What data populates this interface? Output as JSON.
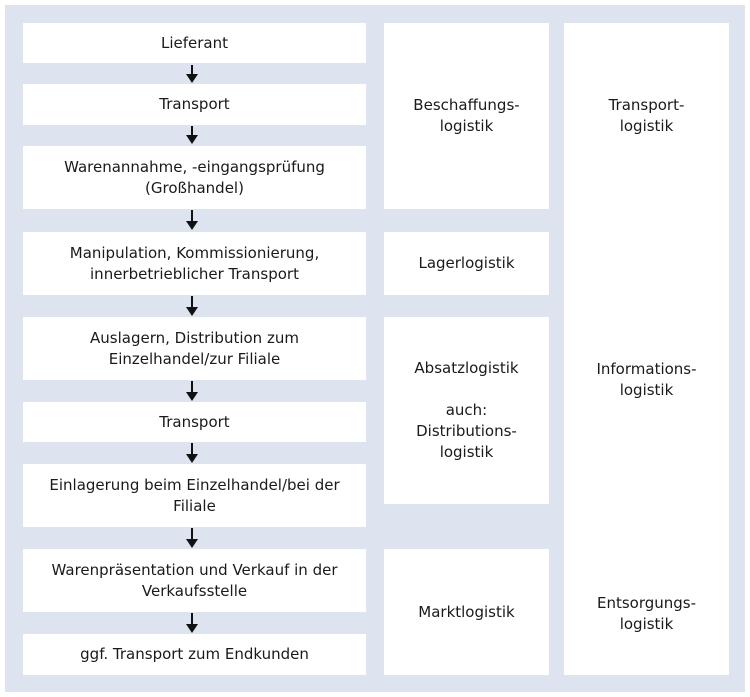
{
  "flow": {
    "lieferant": "Lieferant",
    "transport_1": "Transport",
    "warenannahme": "Warenannahme, -eingangsprüfung\n(Großhandel)",
    "manipulation": "Manipulation, Kommissionierung,\ninnerbetrieblicher Transport",
    "auslagern": "Auslagern, Distribution zum\nEinzelhandel/zur Filiale",
    "transport_2": "Transport",
    "einlagerung": "Einlagerung beim Einzelhandel/bei der\nFiliale",
    "warenpraesentation": "Warenpräsentation und Verkauf in der\nVerkaufsstelle",
    "endkunden": "ggf. Transport zum Endkunden"
  },
  "middle": {
    "beschaffung": "Beschaffungs-\nlogistik",
    "lager": "Lagerlogistik",
    "absatz": "Absatzlogistik\n\nauch:\nDistributions-\nlogistik",
    "markt": "Marktlogistik"
  },
  "right": {
    "transport": "Transport-\nlogistik",
    "information": "Informations-\nlogistik",
    "entsorgung": "Entsorgungs-\nlogistik"
  },
  "colors": {
    "frame": "#dde3ef",
    "box": "#ffffff",
    "text": "#1a1a1a"
  }
}
